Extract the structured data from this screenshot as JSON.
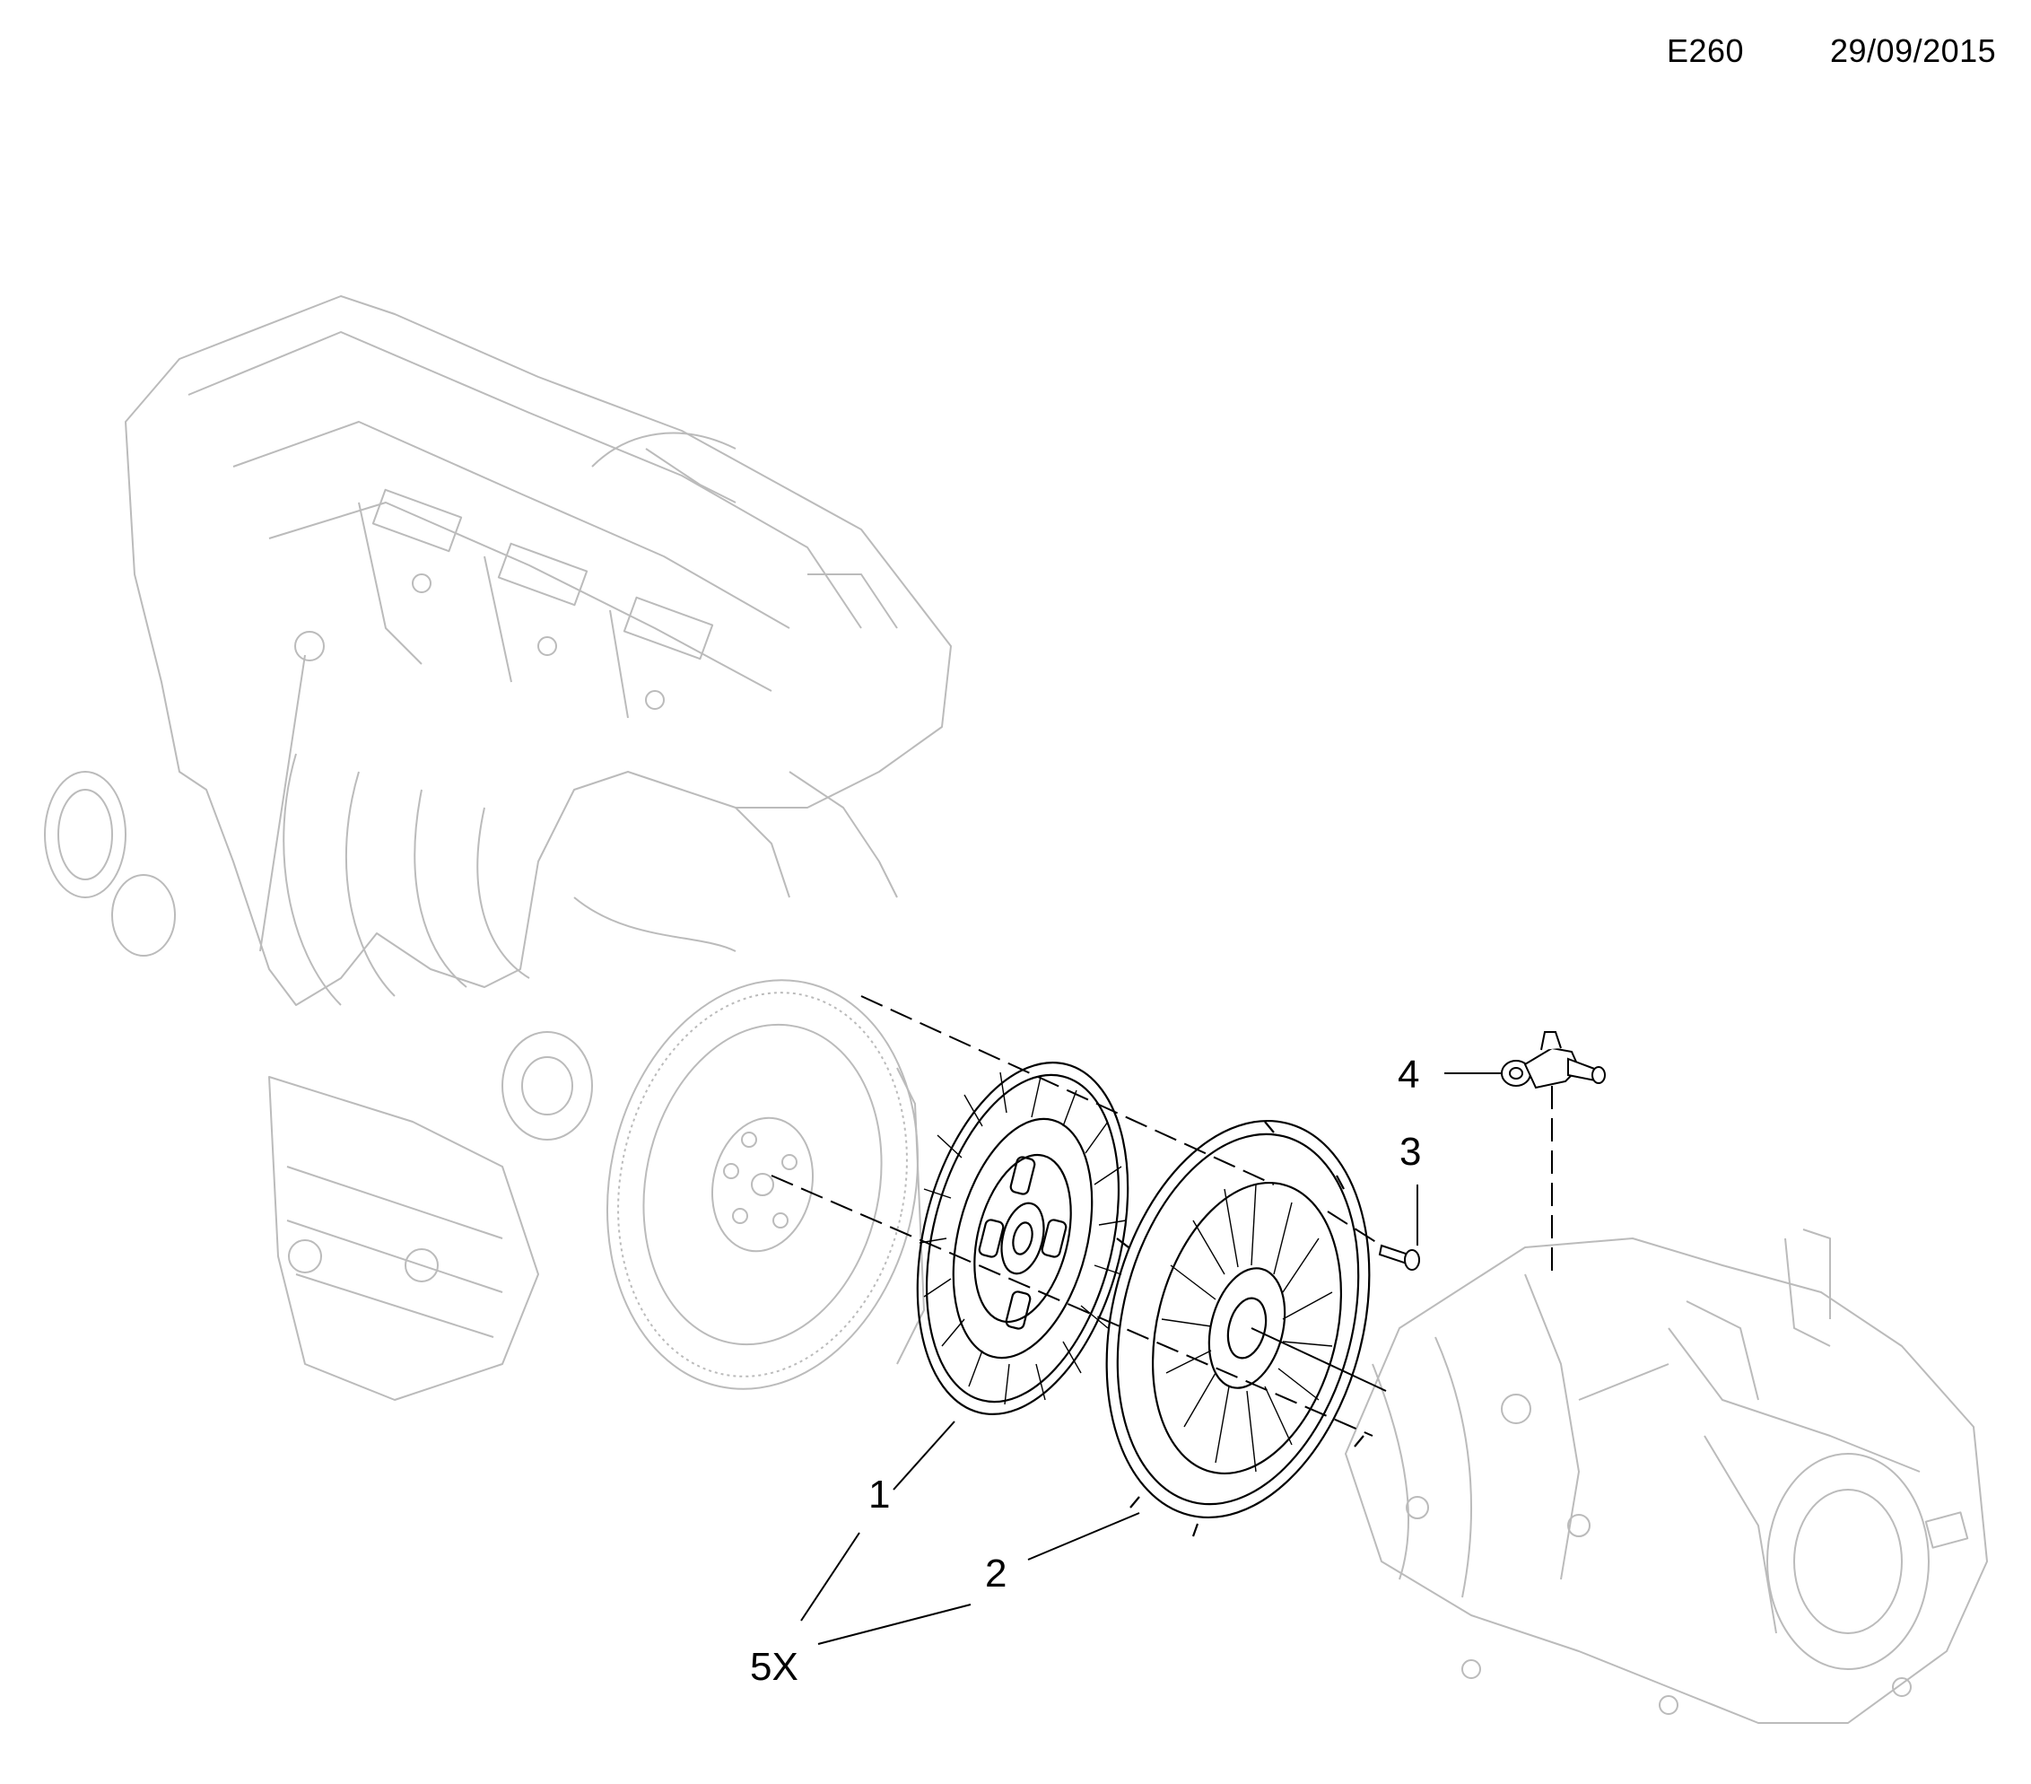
{
  "header": {
    "code": "E260",
    "date": "29/09/2015"
  },
  "callouts": {
    "c1": "1",
    "c2": "2",
    "c3": "3",
    "c4": "4",
    "c5": "5X"
  },
  "colors": {
    "ink": "#000000",
    "faded": "#bbbbbb",
    "paper": "#ffffff"
  }
}
